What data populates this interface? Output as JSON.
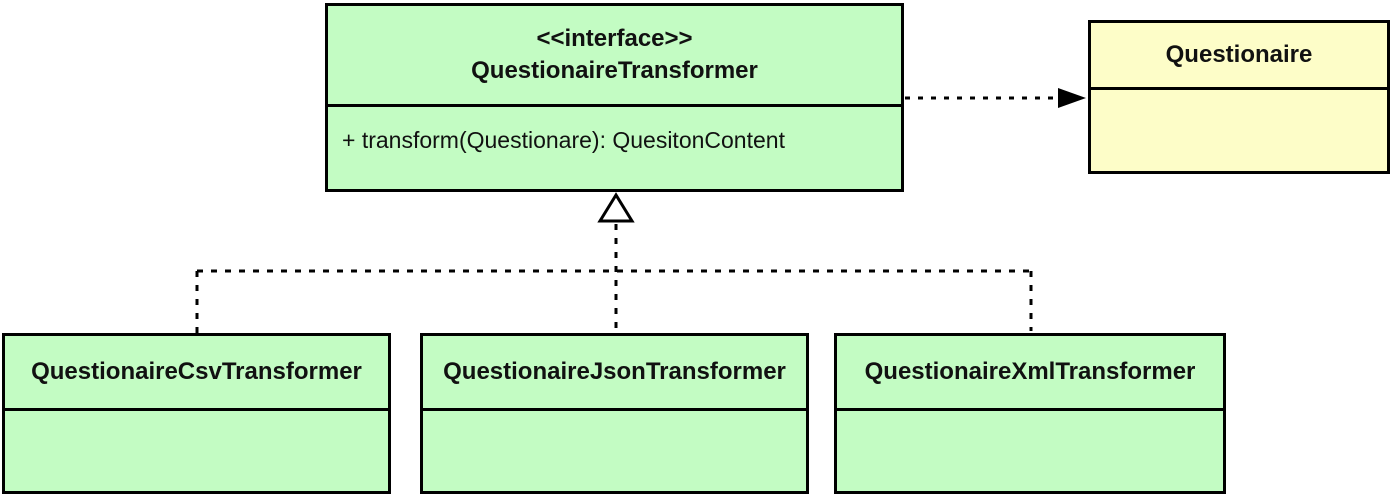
{
  "diagram_type": "uml-class-diagram",
  "interface_class": {
    "stereotype": "<<interface>>",
    "name": "QuestionaireTransformer",
    "methods": [
      "+ transform(Questionare): QuesitonContent"
    ]
  },
  "dependency_class": {
    "name": "Questionaire"
  },
  "implementations": [
    {
      "name": "QuestionaireCsvTransformer"
    },
    {
      "name": "QuestionaireJsonTransformer"
    },
    {
      "name": "QuestionaireXmlTransformer"
    }
  ],
  "relationships": [
    {
      "type": "dependency",
      "from": "QuestionaireTransformer",
      "to": "Questionaire",
      "style": "dashed-filled-arrow"
    },
    {
      "type": "realization",
      "from": "QuestionaireCsvTransformer",
      "to": "QuestionaireTransformer",
      "style": "dashed-hollow-triangle"
    },
    {
      "type": "realization",
      "from": "QuestionaireJsonTransformer",
      "to": "QuestionaireTransformer",
      "style": "dashed-hollow-triangle"
    },
    {
      "type": "realization",
      "from": "QuestionaireXmlTransformer",
      "to": "QuestionaireTransformer",
      "style": "dashed-hollow-triangle"
    }
  ],
  "colors": {
    "class_fill_green": "#c3fcc3",
    "class_fill_yellow": "#fdfdc8",
    "border": "#000000"
  }
}
